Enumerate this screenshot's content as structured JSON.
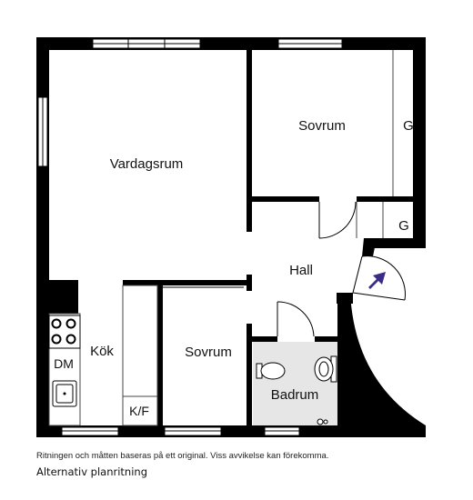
{
  "rooms": {
    "vardagsrum": "Vardagsrum",
    "sovrum_top": "Sovrum",
    "sovrum_bottom": "Sovrum",
    "hall": "Hall",
    "kok": "Kök",
    "badrum": "Badrum",
    "garderob_top": "G",
    "garderob_small": "G",
    "dm": "DM",
    "kf": "K/F"
  },
  "footer": {
    "disclaimer": "Ritningen och måtten baseras på ett original. Viss avvikelse kan förekomma.",
    "alternative": "Alternativ planritning"
  },
  "colors": {
    "wall": "#000000",
    "bathroom_floor": "#e6e6e6",
    "entrance_arrow": "#3b2d86",
    "background": "#ffffff"
  },
  "icons": [
    "entrance-arrow-icon",
    "stove-icon",
    "sink-icon",
    "toilet-icon",
    "washbasin-icon",
    "tap-icon"
  ]
}
